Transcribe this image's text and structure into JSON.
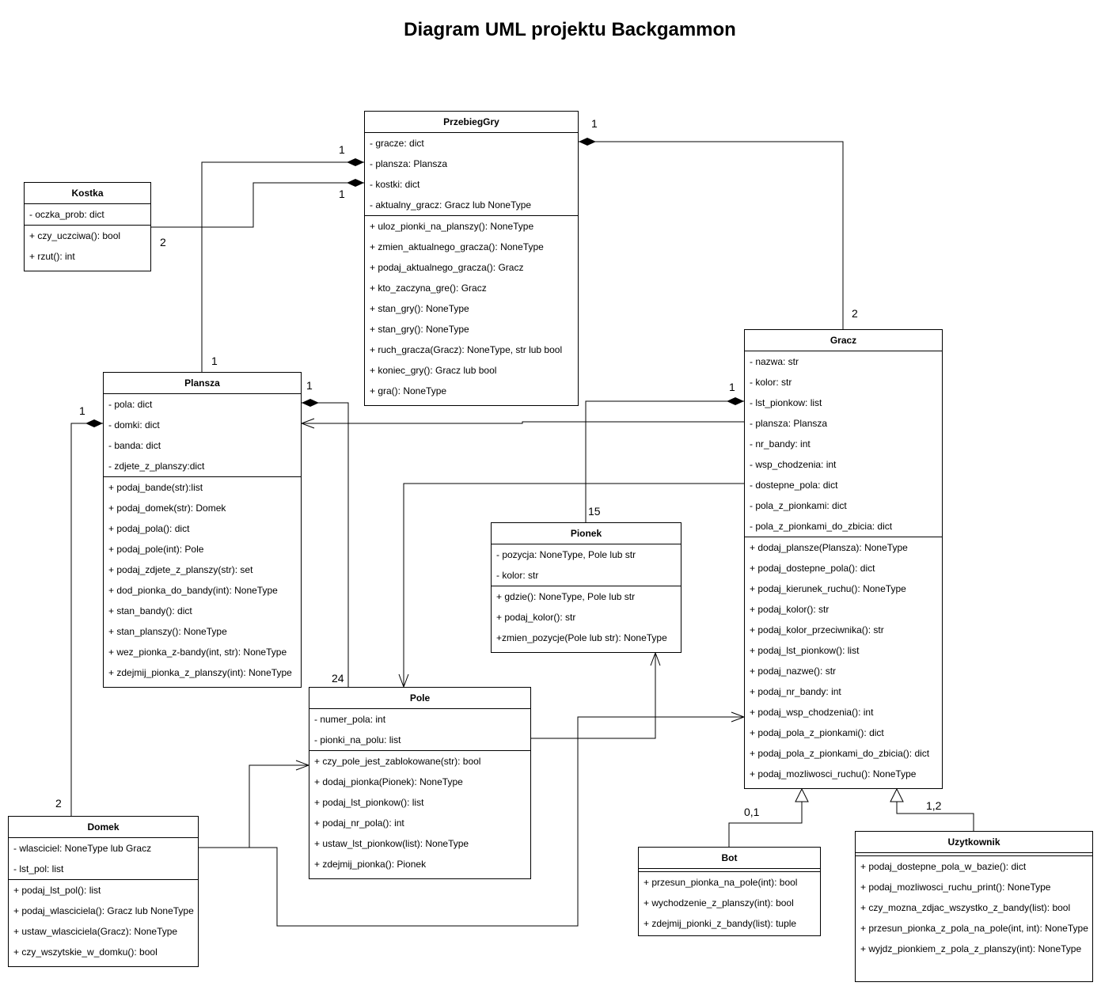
{
  "title": "Diagram UML projektu Backgammon",
  "classes": {
    "przebieg": {
      "name": "PrzebiegGry",
      "attrs": [
        "- gracze: dict",
        "- plansza: Plansza",
        "- kostki: dict",
        "- aktualny_gracz: Gracz lub NoneType"
      ],
      "methods": [
        "+ uloz_pionki_na_planszy(): NoneType",
        "+ zmien_aktualnego_gracza(): NoneType",
        "+ podaj_aktualnego_gracza(): Gracz",
        "+ kto_zaczyna_gre(): Gracz",
        "+ stan_gry(): NoneType",
        "+ stan_gry(): NoneType",
        "+ ruch_gracza(Gracz): NoneType, str lub bool",
        "+ koniec_gry(): Gracz lub bool",
        "+ gra(): NoneType"
      ]
    },
    "kostka": {
      "name": "Kostka",
      "attrs": [
        "- oczka_prob: dict"
      ],
      "methods": [
        "+ czy_uczciwa(): bool",
        "+  rzut(): int"
      ]
    },
    "plansza": {
      "name": "Plansza",
      "attrs": [
        "- pola: dict",
        "- domki: dict",
        "- banda: dict",
        "- zdjete_z_planszy:dict"
      ],
      "methods": [
        "+ podaj_bande(str):list",
        "+ podaj_domek(str): Domek",
        "+ podaj_pola(): dict",
        "+ podaj_pole(int): Pole",
        "+ podaj_zdjete_z_planszy(str): set",
        "+ dod_pionka_do_bandy(int): NoneType",
        "+ stan_bandy(): dict",
        "+ stan_planszy(): NoneType",
        "+ wez_pionka_z-bandy(int, str): NoneType",
        "+ zdejmij_pionka_z_planszy(int): NoneType"
      ]
    },
    "gracz": {
      "name": "Gracz",
      "attrs": [
        "- nazwa: str",
        "- kolor: str",
        "- lst_pionkow: list",
        "- plansza: Plansza",
        "- nr_bandy: int",
        "- wsp_chodzenia: int",
        "- dostepne_pola: dict",
        "- pola_z_pionkami: dict",
        "- pola_z_pionkami_do_zbicia: dict"
      ],
      "methods": [
        "+ dodaj_plansze(Plansza): NoneType",
        "+ podaj_dostepne_pola(): dict",
        "+ podaj_kierunek_ruchu(): NoneType",
        "+ podaj_kolor(): str",
        "+ podaj_kolor_przeciwnika(): str",
        "+ podaj_lst_pionkow(): list",
        "+ podaj_nazwe(): str",
        "+ podaj_nr_bandy: int",
        "+ podaj_wsp_chodzenia(): int",
        "+ podaj_pola_z_pionkami(): dict",
        "+ podaj_pola_z_pionkami_do_zbicia(): dict",
        "+ podaj_mozliwosci_ruchu(): NoneType"
      ]
    },
    "pionek": {
      "name": "Pionek",
      "attrs": [
        "- pozycja: NoneType, Pole lub  str",
        "- kolor: str"
      ],
      "methods": [
        "+ gdzie(): NoneType, Pole lub str",
        "+  podaj_kolor(): str",
        "+zmien_pozycje(Pole lub str): NoneType"
      ]
    },
    "pole": {
      "name": "Pole",
      "attrs": [
        "- numer_pola: int",
        "- pionki_na_polu: list"
      ],
      "methods": [
        "+ czy_pole_jest_zablokowane(str): bool",
        "+ dodaj_pionka(Pionek): NoneType",
        "+ podaj_lst_pionkow(): list",
        "+ podaj_nr_pola(): int",
        "+ ustaw_lst_pionkow(list): NoneType",
        "+ zdejmij_pionka(): Pionek"
      ]
    },
    "domek": {
      "name": "Domek",
      "attrs": [
        "- wlasciciel: NoneType lub Gracz",
        "- lst_pol: list"
      ],
      "methods": [
        "+ podaj_lst_pol(): list",
        "+ podaj_wlasciciela(): Gracz lub NoneType",
        "+ ustaw_wlasciciela(Gracz): NoneType",
        "+ czy_wszytskie_w_domku(): bool"
      ]
    },
    "bot": {
      "name": "Bot",
      "attrs": [],
      "methods": [
        "+ przesun_pionka_na_pole(int): bool",
        "+ wychodzenie_z_planszy(int): bool",
        "+ zdejmij_pionki_z_bandy(list): tuple"
      ]
    },
    "uzytkownik": {
      "name": "Uzytkownik",
      "attrs": [],
      "methods": [
        "+ podaj_dostepne_pola_w_bazie(): dict",
        "+ podaj_mozliwosci_ruchu_print(): NoneType",
        "+ czy_mozna_zdjac_wszystko_z_bandy(list): bool",
        "+ przesun_pionka_z_pola_na_pole(int, int): NoneType",
        "+ wyjdz_pionkiem_z_pola_z_planszy(int): NoneType"
      ]
    }
  },
  "multiplicities": {
    "pg_gracz": "1",
    "gracz_pg": "2",
    "pg_plansza": "1",
    "plansza_pg": "1",
    "pg_kostka": "1",
    "kostka_pg": "2",
    "plansza_domek": "1",
    "domek_plansza": "2",
    "plansza_pole": "1",
    "pole_plansza": "24",
    "gracz_pionek": "1",
    "pionek_gracz": "15",
    "bot_gracz": "0,1",
    "uzytkownik_gracz": "1,2"
  }
}
